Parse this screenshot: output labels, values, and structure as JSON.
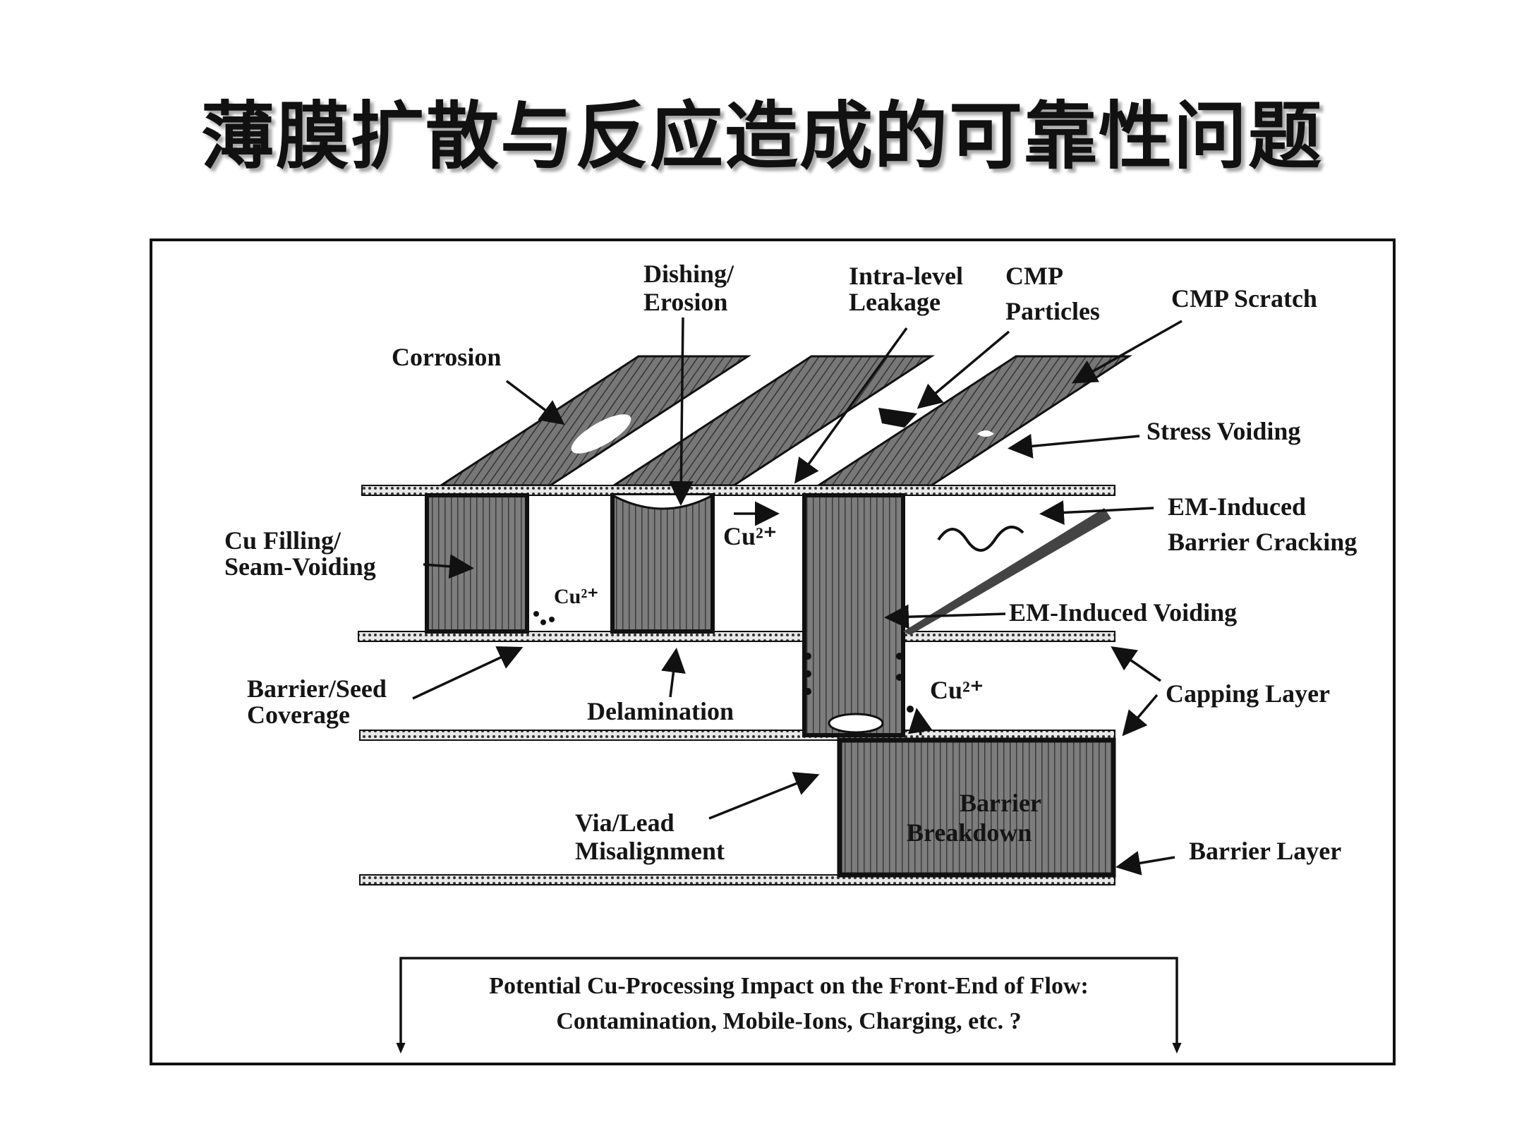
{
  "title": "薄膜扩散与反应造成的可靠性问题",
  "labels": {
    "dishing": [
      "Dishing/",
      "Erosion"
    ],
    "intra_level_leakage": [
      "Intra-level",
      "Leakage"
    ],
    "cmp_particles": [
      "CMP",
      "Particles"
    ],
    "cmp_scratch": "CMP Scratch",
    "corrosion": "Corrosion",
    "stress_voiding": "Stress Voiding",
    "em_barrier_cracking": [
      "EM-Induced",
      "Barrier Cracking"
    ],
    "cu_filling": [
      "Cu Filling/",
      "Seam-Voiding"
    ],
    "em_voiding": "EM-Induced Voiding",
    "barrier_seed": [
      "Barrier/Seed",
      "Coverage"
    ],
    "delamination": "Delamination",
    "capping_layer": "Capping Layer",
    "via_lead": [
      "Via/Lead",
      "Misalignment"
    ],
    "barrier_breakdown": [
      "Barrier",
      "Breakdown"
    ],
    "barrier_layer": "Barrier Layer",
    "cu_ion": "Cu²⁺",
    "cu_ion_2": "Cu²⁺",
    "cu_ion_3": "Cu²⁺"
  },
  "footnote": [
    "Potential Cu-Processing Impact on the Front-End of Flow:",
    "Contamination, Mobile-Ions, Charging, etc. ?"
  ]
}
